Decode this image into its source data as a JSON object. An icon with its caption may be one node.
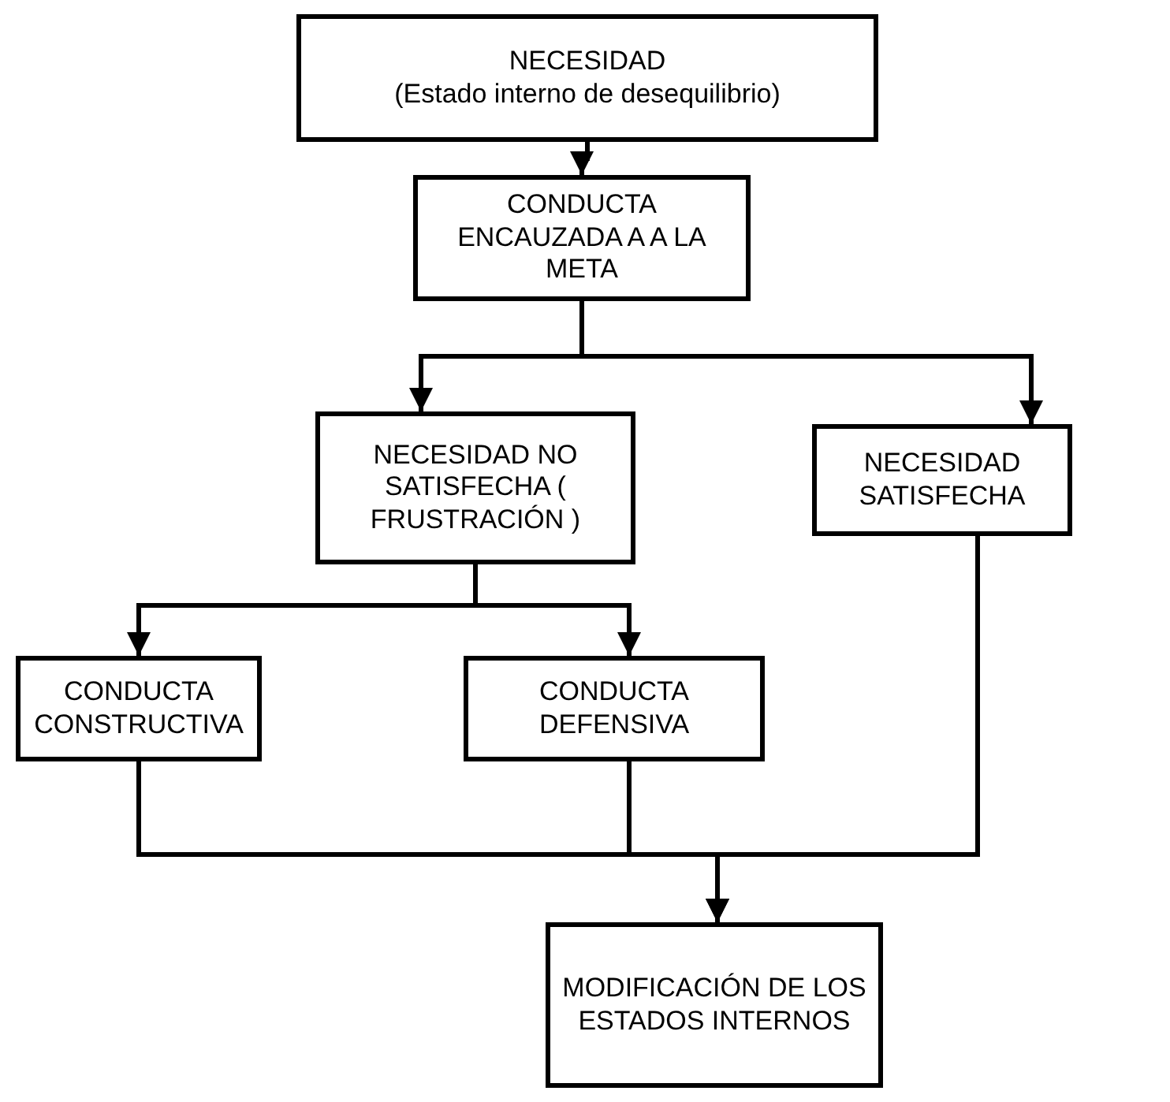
{
  "diagram": {
    "nodes": [
      {
        "text": [
          "NECESIDAD",
          "(Estado interno de desequilibrio)"
        ]
      },
      {
        "text": [
          "CONDUCTA ENCAUZADA A A LA META"
        ]
      },
      {
        "text": [
          "NECESIDAD NO SATISFECHA ( FRUSTRACIÓN )"
        ]
      },
      {
        "text": [
          "NECESIDAD SATISFECHA"
        ]
      },
      {
        "text": [
          "CONDUCTA CONSTRUCTIVA"
        ]
      },
      {
        "text": [
          "CONDUCTA DEFENSIVA"
        ]
      },
      {
        "text": [
          "MODIFICACIÓN DE LOS ESTADOS INTERNOS"
        ]
      }
    ],
    "edges": [
      {
        "from": 0,
        "to": 1,
        "arrow": "to"
      },
      {
        "from": 1,
        "to": 2,
        "arrow": "to"
      },
      {
        "from": 1,
        "to": 3,
        "arrow": "to"
      },
      {
        "from": 2,
        "to": 4,
        "arrow": "to"
      },
      {
        "from": 2,
        "to": 5,
        "arrow": "to"
      },
      {
        "from": 4,
        "to": 6,
        "arrow": "to"
      },
      {
        "from": 5,
        "to": 6,
        "arrow": "to"
      },
      {
        "from": 3,
        "to": 6,
        "arrow": "to"
      }
    ]
  }
}
